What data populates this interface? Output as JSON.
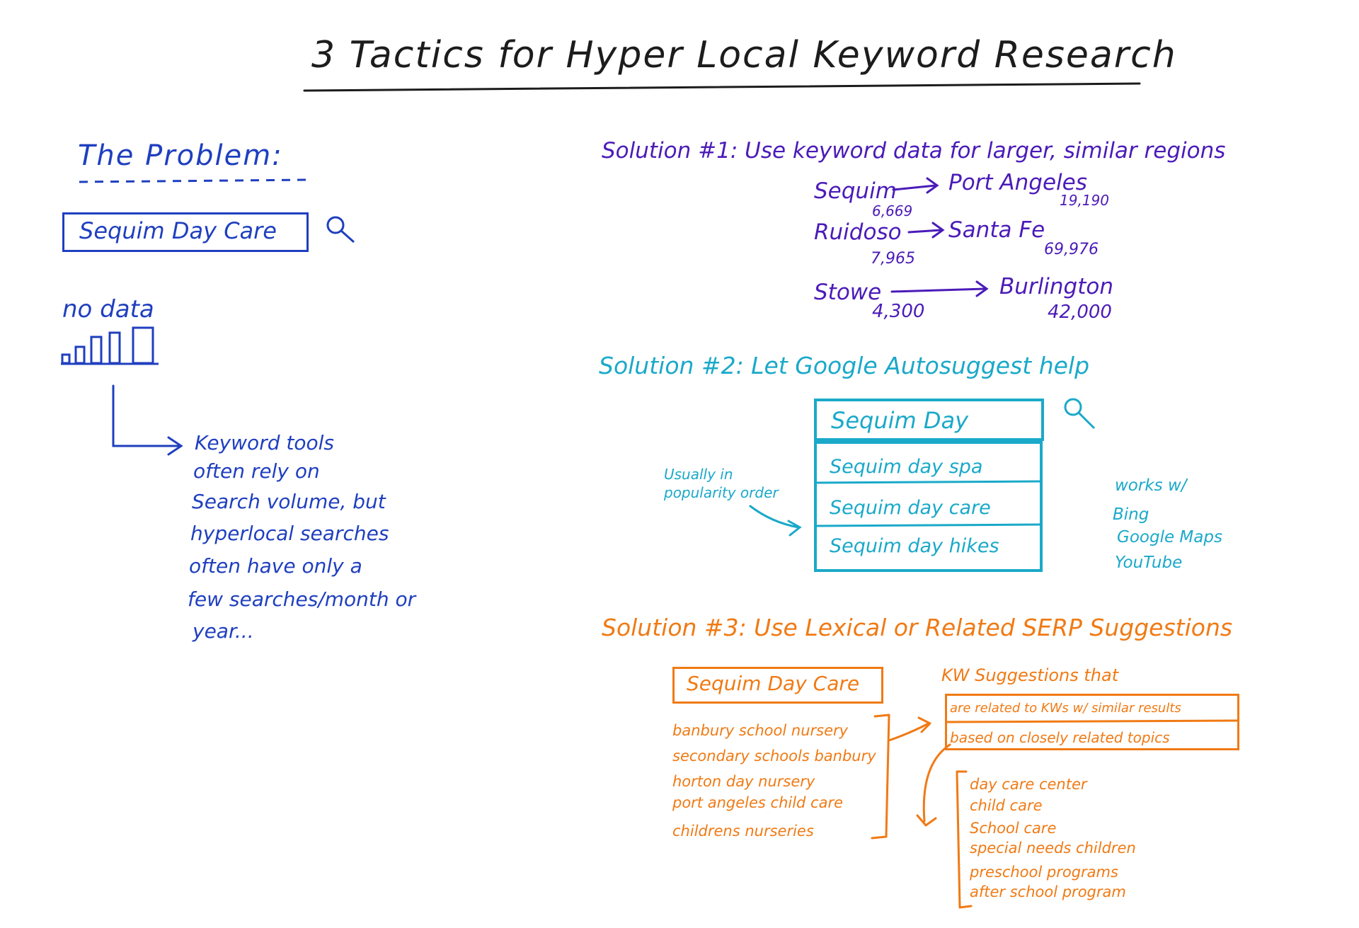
{
  "title": "3 Tactics for Hyper Local Keyword Research",
  "problem": {
    "heading": "The Problem:",
    "search_box": "Sequim Day Care",
    "no_data": "no data",
    "note_lines": [
      "Keyword tools",
      "often rely on",
      "Search volume, but",
      "hyperlocal searches",
      "often have only a",
      "few searches/month or",
      "year..."
    ]
  },
  "solution1": {
    "heading": "Solution #1: Use keyword data for larger, similar regions",
    "pairs": [
      {
        "from": "Sequim",
        "from_pop": "6,669",
        "to": "Port Angeles",
        "to_pop": "19,190"
      },
      {
        "from": "Ruidoso",
        "from_pop": "7,965",
        "to": "Santa Fe",
        "to_pop": "69,976"
      },
      {
        "from": "Stowe",
        "from_pop": "4,300",
        "to": "Burlington",
        "to_pop": "42,000"
      }
    ]
  },
  "solution2": {
    "heading": "Solution #2: Let Google Autosuggest help",
    "query": "Sequim Day",
    "suggestions": [
      "Sequim day spa",
      "Sequim day care",
      "Sequim day hikes"
    ],
    "order_note": [
      "Usually in",
      "popularity order"
    ],
    "works_with_label": "works w/",
    "works_with": [
      "Bing",
      "Google Maps",
      "YouTube"
    ]
  },
  "solution3": {
    "heading": "Solution #3: Use Lexical or Related SERP Suggestions",
    "search_box": "Sequim Day Care",
    "related_searches": [
      "banbury school nursery",
      "secondary schools banbury",
      "horton day nursery",
      "port angeles child care",
      "childrens nurseries"
    ],
    "kw_heading": "KW Suggestions that",
    "kw_types": [
      "are related to KWs w/ similar results",
      "based on closely related topics"
    ],
    "topics": [
      "day care center",
      "child care",
      "School care",
      "special needs children",
      "preschool programs",
      "after school program"
    ]
  },
  "colors": {
    "black": "#1c1c1c",
    "blue": "#1f3fbf",
    "purple": "#4b1bb8",
    "teal": "#1aa9c9",
    "orange": "#f07a14"
  }
}
